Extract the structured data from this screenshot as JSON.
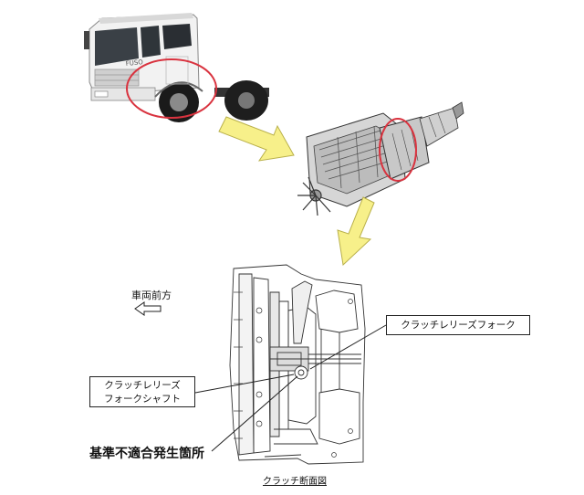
{
  "labels": {
    "direction": "車両前方",
    "release_fork": "クラッチレリーズフォーク",
    "fork_shaft_line1": "クラッチレリーズ",
    "fork_shaft_line2": "フォークシャフト",
    "defect_location": "基準不適合発生箇所",
    "caption": "クラッチ断面図"
  },
  "truck_logo": "FUSO",
  "colors": {
    "highlight_circle": "#d9333f",
    "arrow_fill": "#f7f08a",
    "arrow_stroke": "#b9b04a",
    "line": "#222222"
  },
  "icons": [
    "truck-image",
    "engine-transmission-image",
    "clutch-cross-section-image",
    "arrow-left-icon"
  ]
}
